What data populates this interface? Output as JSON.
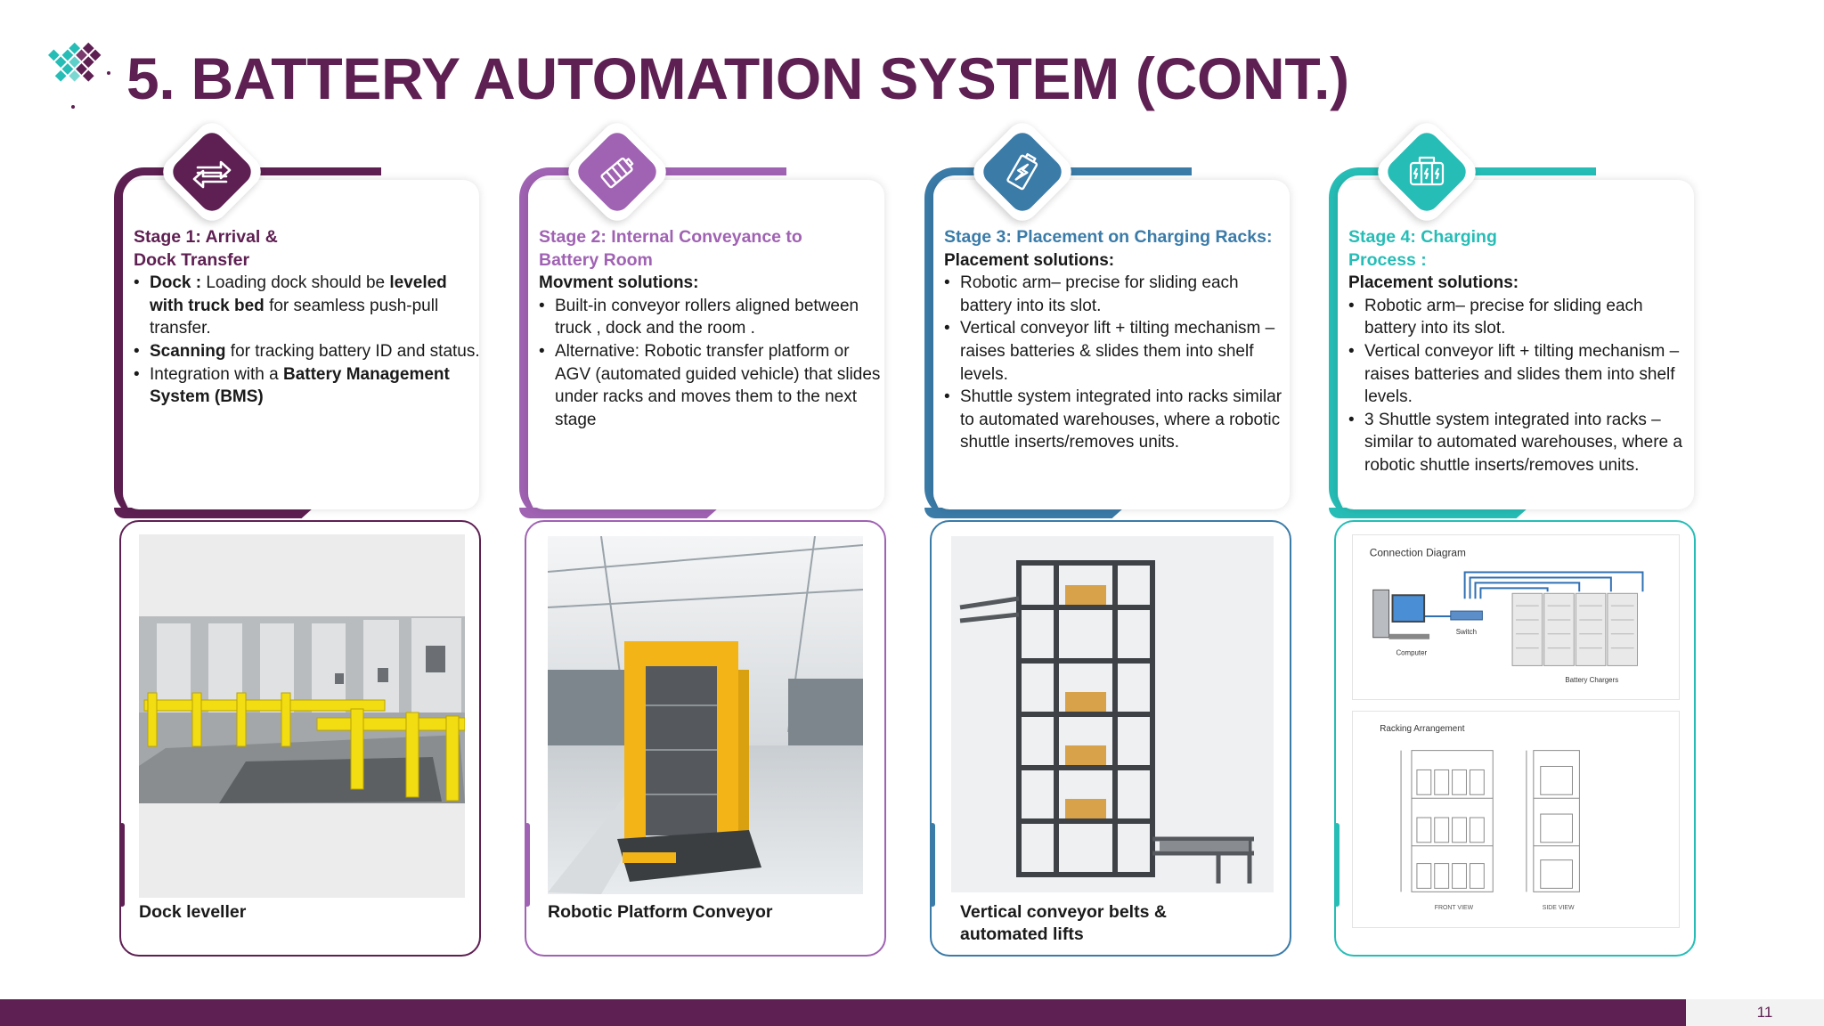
{
  "header": {
    "title": "5. BATTERY AUTOMATION SYSTEM (CONT.)"
  },
  "colors": {
    "stage1": "#5e1f52",
    "stage2": "#a062b3",
    "stage3": "#3a7ba8",
    "stage4": "#26bdb6"
  },
  "stages": [
    {
      "icon": "swap-arrows-icon",
      "heading_line1": "Stage 1: Arrival &",
      "heading_line2": "Dock Transfer",
      "bullets": [
        {
          "b1": "Dock :",
          "t1": " Loading dock should be ",
          "b2": "leveled with truck bed",
          "t2": " for seamless push-pull transfer."
        },
        {
          "b1": "Scanning",
          "t1": " for tracking battery ID and status."
        },
        {
          "t1": "Integration with a ",
          "b1": "Battery Management System (BMS)"
        }
      ],
      "caption": "Dock leveller",
      "image": "dock-leveller-photo"
    },
    {
      "icon": "battery-icon",
      "heading_line1": "Stage 2: Internal Conveyance to",
      "heading_line2": "Battery Room",
      "subheading": "Movment solutions:",
      "bullets": [
        "Built-in conveyor rollers aligned between truck , dock and the room .",
        "Alternative: Robotic transfer platform or AGV (automated guided vehicle) that slides under racks and moves them to the next stage"
      ],
      "caption": "Robotic Platform Conveyor",
      "image": "robotic-platform-photo"
    },
    {
      "icon": "battery-charging-icon",
      "heading_line1": "Stage 3: Placement on Charging Racks:",
      "subheading": "Placement solutions:",
      "bullets": [
        "Robotic arm– precise for sliding each battery into its slot.",
        "Vertical conveyor lift + tilting mechanism – raises batteries & slides them into shelf levels.",
        "Shuttle system integrated into racks similar to automated warehouses, where a robotic shuttle inserts/removes units."
      ],
      "caption_line1": "Vertical conveyor belts &",
      "caption_line2": "automated lifts",
      "image": "vertical-lift-photo"
    },
    {
      "icon": "charging-station-icon",
      "heading_line1": "Stage 4: Charging",
      "heading_line2": "Process :",
      "subheading": "Placement solutions:",
      "bullets": [
        "Robotic arm– precise for sliding each battery into its slot.",
        "Vertical conveyor lift + tilting mechanism – raises batteries and slides them into shelf levels.",
        "3 Shuttle system integrated into racks – similar to automated warehouses, where a robotic shuttle inserts/removes units."
      ],
      "diagram1": {
        "title": "Connection Diagram",
        "computer": "Computer",
        "switch": "Switch",
        "chargers": "Battery Chargers"
      },
      "diagram2": {
        "title": "Racking Arrangement",
        "front": "FRONT VIEW",
        "side": "SIDE VIEW"
      }
    }
  ],
  "footer": {
    "page_number": "11"
  }
}
